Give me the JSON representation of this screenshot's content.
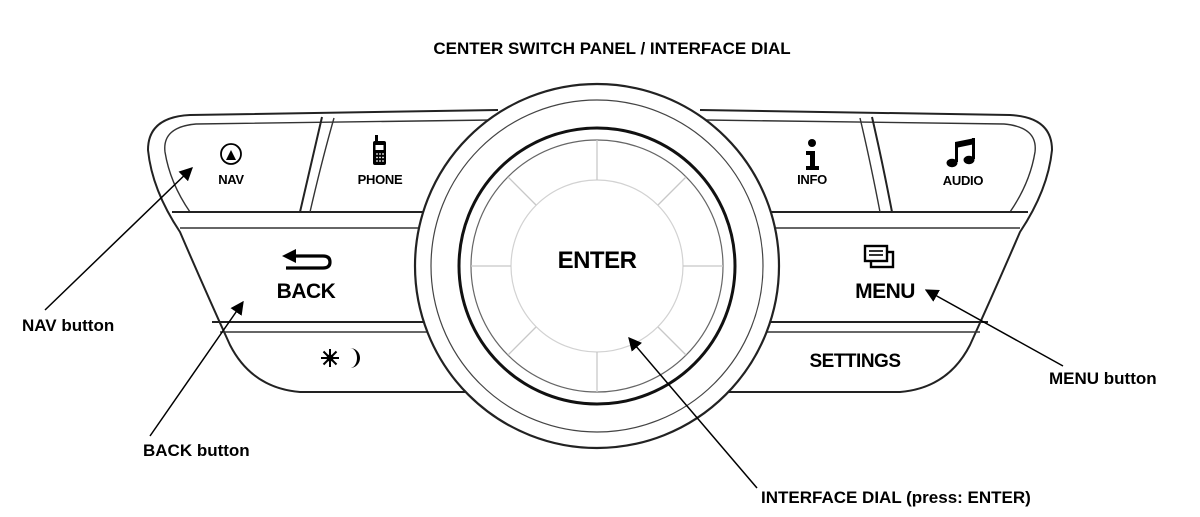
{
  "title": "CENTER SWITCH PANEL / INTERFACE DIAL",
  "buttons": {
    "nav": "NAV",
    "phone": "PHONE",
    "info": "INFO",
    "audio": "AUDIO",
    "back": "BACK",
    "menu": "MENU",
    "settings": "SETTINGS",
    "enter": "ENTER"
  },
  "callouts": {
    "nav": "NAV button",
    "back": "BACK button",
    "menu": "MENU button",
    "dial": "INTERFACE DIAL (press: ENTER)"
  },
  "icons": {
    "nav": "compass-icon",
    "phone": "mobile-phone-icon",
    "info": "info-icon",
    "audio": "music-note-icon",
    "back": "back-arrow-icon",
    "menu": "menu-pages-icon",
    "brightness": "sun-moon-icon"
  }
}
